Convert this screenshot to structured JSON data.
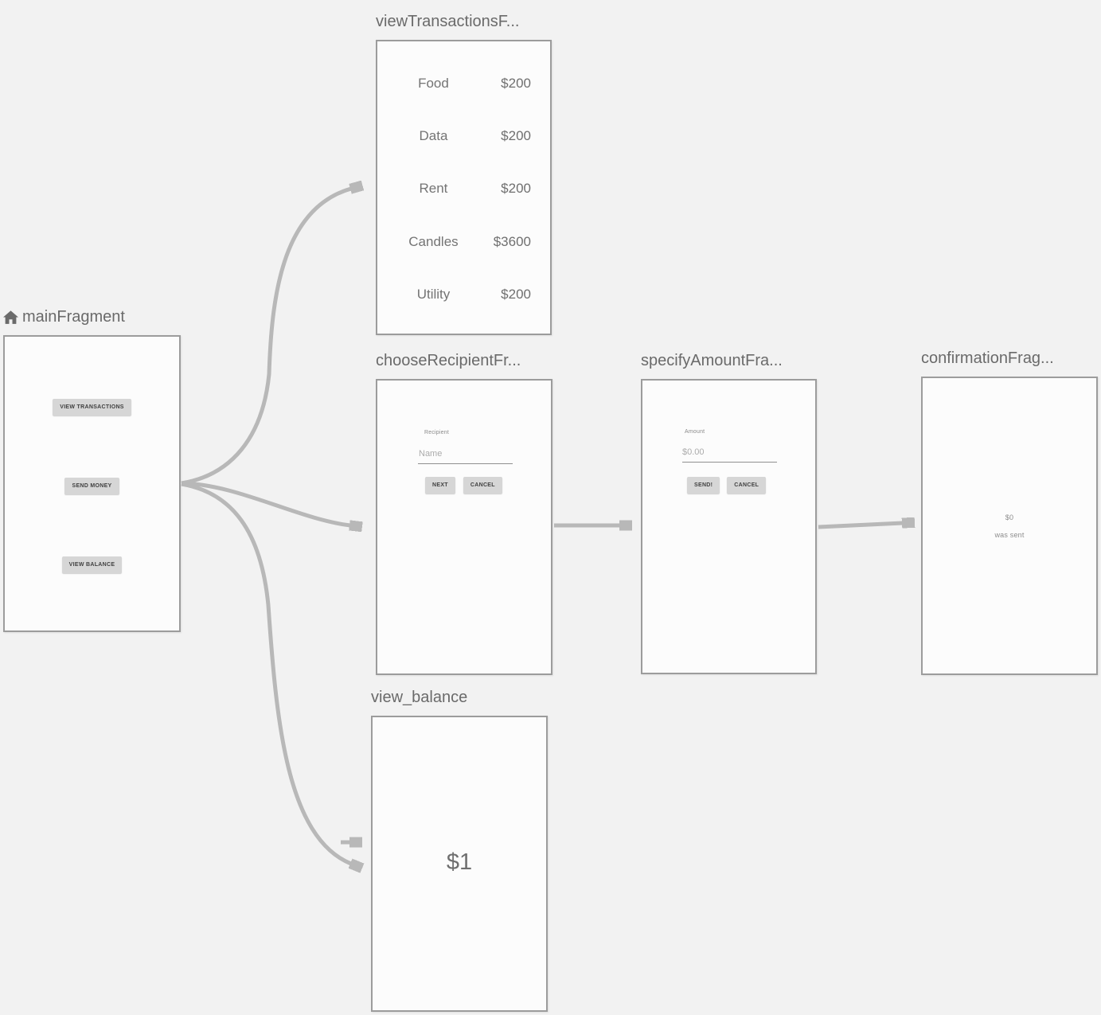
{
  "colors": {
    "canvas_bg": "#f2f2f2",
    "frame_bg": "#fcfcfc",
    "frame_border": "#9c9c9c",
    "arrow": "#b8b8b8",
    "title_text": "#6a6a6a",
    "preview_button_bg": "#d6d6d6"
  },
  "fragments": {
    "main": {
      "title": "mainFragment",
      "buttons": {
        "view_transactions": "VIEW TRANSACTIONS",
        "send_money": "SEND MONEY",
        "view_balance": "VIEW BALANCE"
      }
    },
    "view_transactions": {
      "title": "viewTransactionsF...",
      "rows": [
        {
          "label": "Food",
          "amount": "$200"
        },
        {
          "label": "Data",
          "amount": "$200"
        },
        {
          "label": "Rent",
          "amount": "$200"
        },
        {
          "label": "Candles",
          "amount": "$3600"
        },
        {
          "label": "Utility",
          "amount": "$200"
        }
      ]
    },
    "choose_recipient": {
      "title": "chooseRecipientFr...",
      "field_label": "Recipient",
      "placeholder": "Name",
      "buttons": {
        "next": "NEXT",
        "cancel": "CANCEL"
      }
    },
    "specify_amount": {
      "title": "specifyAmountFra...",
      "field_label": "Amount",
      "placeholder": "$0.00",
      "buttons": {
        "send": "SEND!",
        "cancel": "CANCEL"
      }
    },
    "confirmation": {
      "title": "confirmationFrag...",
      "amount": "$0",
      "message": "was sent"
    },
    "view_balance": {
      "title": "view_balance",
      "balance": "$1"
    }
  }
}
